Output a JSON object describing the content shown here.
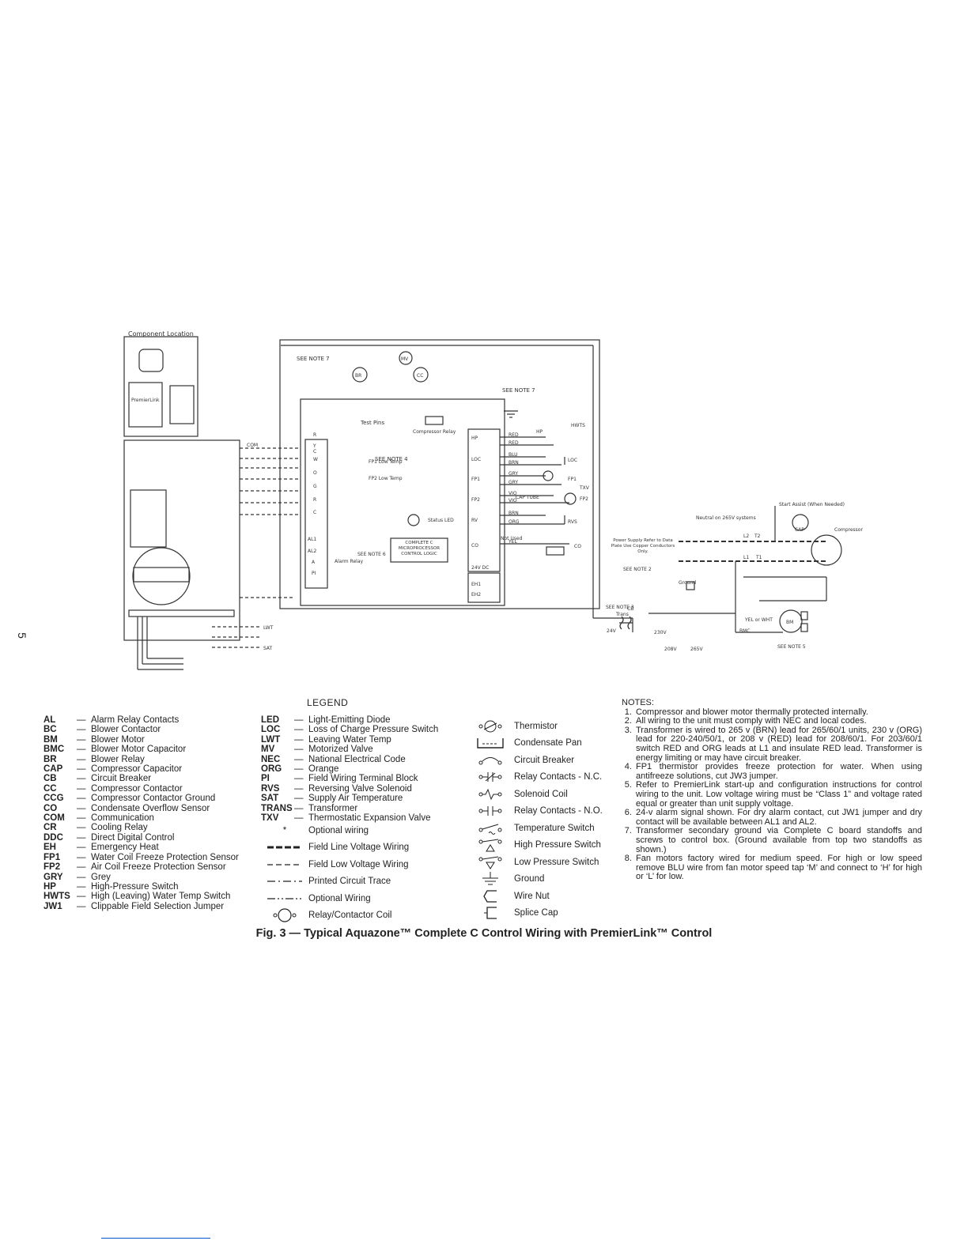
{
  "page_mark": "5",
  "diagram": {
    "component_location": "Component Location",
    "premierlink": "PremierLink",
    "see_note_7": "SEE NOTE 7",
    "see_note_4": "SEE NOTE 4",
    "see_note_6": "SEE NOTE 6",
    "see_note_3": "SEE NOTE 3",
    "see_note_5": "SEE NOTE 5",
    "see_note_2": "SEE NOTE 2",
    "test_pins": "Test Pins",
    "compressor_relay": "Compressor Relay",
    "status_led": "Status LED",
    "alarm_relay": "Alarm Relay",
    "complete_c": "COMPLETE C MICROPROCESSOR CONTROL LOGIC",
    "not_used": "Not Used",
    "start_assist": "Start Assist (When Needed)",
    "compressor": "Compressor",
    "neutral": "Neutral on 265V systems",
    "power_supply": "Power Supply Refer to Data Plate Use Copper Conductors Only.",
    "ground": "Ground",
    "trans": "Trans",
    "yel_or_wht": "YEL or WHT",
    "cap_tube": "CAP TUBE",
    "txv": "TXV",
    "com": "COM",
    "fpi_low_temp": "FP1 Low Temp",
    "fp2_low_temp": "FP2 Low Temp",
    "terminals_left": [
      "R",
      "C",
      "Y",
      "W",
      "O",
      "G",
      "R",
      "C",
      "AL1",
      "AL2",
      "A",
      "PI"
    ],
    "terminals_right": [
      "HP",
      "LOC",
      "FP1",
      "FP2",
      "RV",
      "CO",
      "24V DC",
      "EH1",
      "EH2"
    ],
    "wires_right": [
      "RED",
      "RED",
      "BLU",
      "BRN",
      "GRY",
      "GRY",
      "VIO",
      "VIO",
      "BRN",
      "ORG",
      "YEL"
    ],
    "devices_right": [
      "HWTS",
      "LOC",
      "FP1",
      "FP2",
      "RVS",
      "CO"
    ],
    "components": [
      "BR",
      "CC",
      "MV",
      "CB",
      "BM",
      "CAP",
      "BMC",
      "HP"
    ],
    "voltages": [
      "24V",
      "230V",
      "208V",
      "265V"
    ],
    "line_labels": [
      "L2",
      "T2",
      "L1",
      "T1",
      "LWT",
      "SAT"
    ]
  },
  "legend": {
    "title": "LEGEND",
    "abbreviations_1": [
      {
        "code": "AL",
        "desc": "Alarm Relay Contacts"
      },
      {
        "code": "BC",
        "desc": "Blower Contactor"
      },
      {
        "code": "BM",
        "desc": "Blower Motor"
      },
      {
        "code": "BMC",
        "desc": "Blower Motor Capacitor"
      },
      {
        "code": "BR",
        "desc": "Blower Relay"
      },
      {
        "code": "CAP",
        "desc": "Compressor Capacitor"
      },
      {
        "code": "CB",
        "desc": "Circuit Breaker"
      },
      {
        "code": "CC",
        "desc": "Compressor Contactor"
      },
      {
        "code": "CCG",
        "desc": "Compressor Contactor Ground"
      },
      {
        "code": "CO",
        "desc": "Condensate Overflow Sensor"
      },
      {
        "code": "COM",
        "desc": "Communication"
      },
      {
        "code": "CR",
        "desc": "Cooling Relay"
      },
      {
        "code": "DDC",
        "desc": "Direct Digital Control"
      },
      {
        "code": "EH",
        "desc": "Emergency Heat"
      },
      {
        "code": "FP1",
        "desc": "Water Coil Freeze Protection Sensor"
      },
      {
        "code": "FP2",
        "desc": "Air Coil Freeze Protection Sensor"
      },
      {
        "code": "GRY",
        "desc": "Grey"
      },
      {
        "code": "HP",
        "desc": "High-Pressure Switch"
      },
      {
        "code": "HWTS",
        "desc": "High (Leaving) Water Temp Switch"
      },
      {
        "code": "JW1",
        "desc": "Clippable Field Selection Jumper"
      }
    ],
    "abbreviations_2": [
      {
        "code": "LED",
        "desc": "Light-Emitting Diode"
      },
      {
        "code": "LOC",
        "desc": "Loss of Charge Pressure Switch"
      },
      {
        "code": "LWT",
        "desc": "Leaving Water Temp"
      },
      {
        "code": "MV",
        "desc": "Motorized Valve"
      },
      {
        "code": "NEC",
        "desc": "National Electrical Code"
      },
      {
        "code": "ORG",
        "desc": "Orange"
      },
      {
        "code": "PI",
        "desc": "Field Wiring Terminal Block"
      },
      {
        "code": "RVS",
        "desc": "Reversing Valve Solenoid"
      },
      {
        "code": "SAT",
        "desc": "Supply Air Temperature"
      },
      {
        "code": "TRANS",
        "desc": "Transformer"
      },
      {
        "code": "TXV",
        "desc": "Thermostatic Expansion Valve"
      }
    ],
    "line_symbols": [
      {
        "symbol": "*",
        "desc": "Optional wiring"
      },
      {
        "symbol": "thick-dashed",
        "desc": "Field Line Voltage Wiring"
      },
      {
        "symbol": "thin-dashed",
        "desc": "Field Low Voltage Wiring"
      },
      {
        "symbol": "dash-dot",
        "desc": "Printed Circuit Trace"
      },
      {
        "symbol": "dash-dot-dot",
        "desc": "Optional Wiring"
      },
      {
        "symbol": "coil",
        "desc": "Relay/Contactor Coil"
      }
    ],
    "component_symbols": [
      {
        "icon": "thermistor-icon",
        "desc": "Thermistor"
      },
      {
        "icon": "condensate-pan-icon",
        "desc": "Condensate Pan"
      },
      {
        "icon": "circuit-breaker-icon",
        "desc": "Circuit Breaker"
      },
      {
        "icon": "relay-nc-icon",
        "desc": "Relay Contacts - N.C."
      },
      {
        "icon": "solenoid-coil-icon",
        "desc": "Solenoid Coil"
      },
      {
        "icon": "relay-no-icon",
        "desc": "Relay Contacts - N.O."
      },
      {
        "icon": "temperature-switch-icon",
        "desc": "Temperature Switch"
      },
      {
        "icon": "high-pressure-switch-icon",
        "desc": "High Pressure Switch"
      },
      {
        "icon": "low-pressure-switch-icon",
        "desc": "Low Pressure Switch"
      },
      {
        "icon": "ground-icon",
        "desc": "Ground"
      },
      {
        "icon": "wire-nut-icon",
        "desc": "Wire Nut"
      },
      {
        "icon": "splice-cap-icon",
        "desc": "Splice Cap"
      }
    ]
  },
  "notes": {
    "title": "NOTES:",
    "items": [
      "Compressor and blower motor thermally protected internally.",
      "All wiring to the unit must comply with NEC and local codes.",
      "Transformer is wired to 265 v (BRN) lead for 265/60/1 units, 230 v (ORG) lead for 220-240/50/1, or 208 v (RED) lead for 208/60/1. For 203/60/1 switch RED and ORG leads at L1 and insulate RED lead. Transformer is energy limiting or may have circuit breaker.",
      "FP1 thermistor provides freeze protection for water. When using antifreeze solutions, cut JW3 jumper.",
      "Refer to PremierLink start-up and configuration instructions for control wiring to the unit. Low voltage wiring must be “Class 1” and voltage rated equal or greater than unit supply voltage.",
      "24-v alarm signal shown. For dry alarm contact, cut JW1 jumper and dry contact will be available between AL1 and AL2.",
      "Transformer secondary ground via Complete C board standoffs and screws to control box. (Ground available from top two standoffs as shown.)",
      "Fan motors factory wired for medium speed. For high or low speed remove BLU wire from fan motor speed tap ‘M’ and connect to ‘H’ for high or ‘L’ for low."
    ]
  },
  "caption": "Fig. 3 — Typical Aquazone™ Complete C Control Wiring with PremierLink™ Control"
}
